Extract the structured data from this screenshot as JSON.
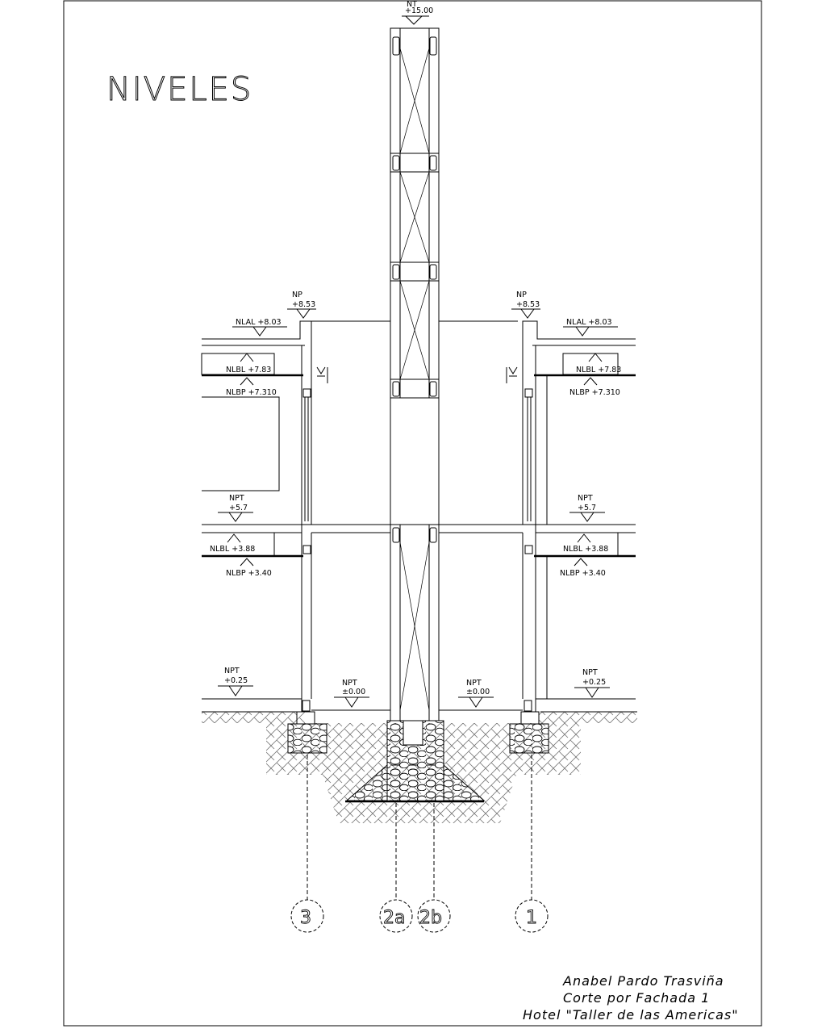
{
  "title": "NIVELES",
  "top_level": {
    "tag": "NT",
    "value": "+15.00"
  },
  "levels": {
    "np_left": {
      "tag": "NP",
      "value": "+8.53"
    },
    "np_right": {
      "tag": "NP",
      "value": "+8.53"
    },
    "nlal_left": "NLAL  +8.03",
    "nlal_right": "NLAL  +8.03",
    "nlbl_upper_left": "NLBL  +7.83",
    "nlbl_upper_right": "NLBL  +7.83",
    "nlbp_upper_left": "NLBP +7.310",
    "nlbp_upper_right": "NLBP +7.310",
    "npt_mid_left": {
      "tag": "NPT",
      "value": "+5.7"
    },
    "npt_mid_right": {
      "tag": "NPT",
      "value": "+5.7"
    },
    "nlbl_lower_left": "NLBL  +3.88",
    "nlbl_lower_right": "NLBL  +3.88",
    "nlbp_lower_left": "NLBP  +3.40",
    "nlbp_lower_right": "NLBP  +3.40",
    "npt_ground_left": {
      "tag": "NPT",
      "value": "+0.25"
    },
    "npt_ground_right": {
      "tag": "NPT",
      "value": "+0.25"
    },
    "npt_zero_left": {
      "tag": "NPT",
      "value": "±0.00"
    },
    "npt_zero_right": {
      "tag": "NPT",
      "value": "±0.00"
    }
  },
  "axes": [
    "3",
    "2a",
    "2b",
    "1"
  ],
  "title_block": {
    "line1": "Anabel Pardo Trasviña",
    "line2": "Corte por Fachada 1",
    "line3": "Hotel \"Taller de las Americas\""
  }
}
